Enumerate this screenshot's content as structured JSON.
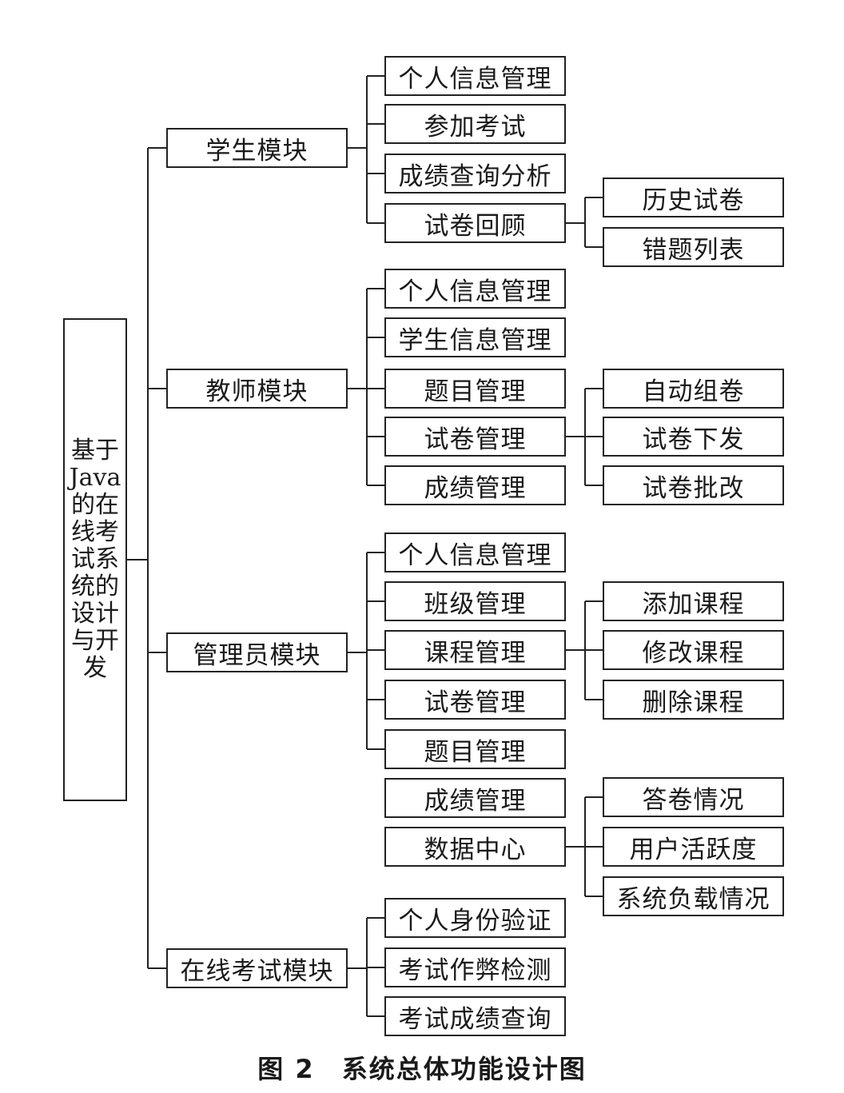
{
  "root": {
    "label": "基于Java的在线考试系统的设计与开发"
  },
  "modules": [
    {
      "label": "学生模块",
      "children": [
        {
          "label": "个人信息管理"
        },
        {
          "label": "参加考试"
        },
        {
          "label": "成绩查询分析"
        },
        {
          "label": "试卷回顾",
          "children": [
            "历史试卷",
            "错题列表"
          ]
        }
      ]
    },
    {
      "label": "教师模块",
      "children": [
        {
          "label": "个人信息管理"
        },
        {
          "label": "学生信息管理"
        },
        {
          "label": "题目管理"
        },
        {
          "label": "试卷管理",
          "children": [
            "自动组卷",
            "试卷下发",
            "试卷批改"
          ]
        },
        {
          "label": "成绩管理"
        }
      ]
    },
    {
      "label": "管理员模块",
      "children": [
        {
          "label": "个人信息管理"
        },
        {
          "label": "班级管理"
        },
        {
          "label": "课程管理",
          "children": [
            "添加课程",
            "修改课程",
            "删除课程"
          ]
        },
        {
          "label": "试卷管理"
        },
        {
          "label": "题目管理"
        },
        {
          "label": "成绩管理",
          "children": [
            "答卷情况"
          ]
        },
        {
          "label": "数据中心",
          "children": [
            "用户活跃度",
            "系统负载情况"
          ]
        }
      ]
    },
    {
      "label": "在线考试模块",
      "children": [
        {
          "label": "个人身份验证"
        },
        {
          "label": "考试作弊检测"
        },
        {
          "label": "考试成绩查询"
        }
      ]
    }
  ],
  "caption": "图 2　系统总体功能设计图"
}
